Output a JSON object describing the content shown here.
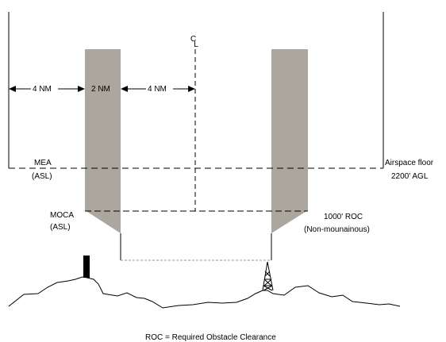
{
  "colors": {
    "protected_area": "#aba79e",
    "line": "#000000",
    "background": "#ffffff"
  },
  "icons": {
    "obstacle": "obstacle-icon",
    "tower": "radio-tower-icon",
    "centerline": "centerline-symbol"
  },
  "labels": {
    "centerline": "CL",
    "dist_left_outer": "4 NM",
    "dist_buffer": "2 NM",
    "dist_left_inner": "4 NM",
    "mea_line1": "MEA",
    "mea_line2": "(ASL)",
    "airspace_line1": "Airspace floor",
    "airspace_line2": "2200' AGL",
    "moca_line1": "MOCA",
    "moca_line2": "(ASL)",
    "roc_line1": "1000' ROC",
    "roc_line2": "(Non-mounainous)",
    "footnote": "ROC = Required Obstacle Clearance"
  }
}
